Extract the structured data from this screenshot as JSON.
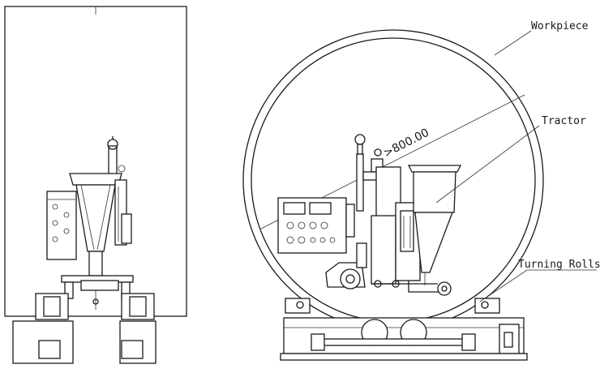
{
  "labels": {
    "workpiece": "Workpiece",
    "tractor": "Tractor",
    "turning_rolls": "Turning Rolls",
    "diameter": ">800.00"
  }
}
